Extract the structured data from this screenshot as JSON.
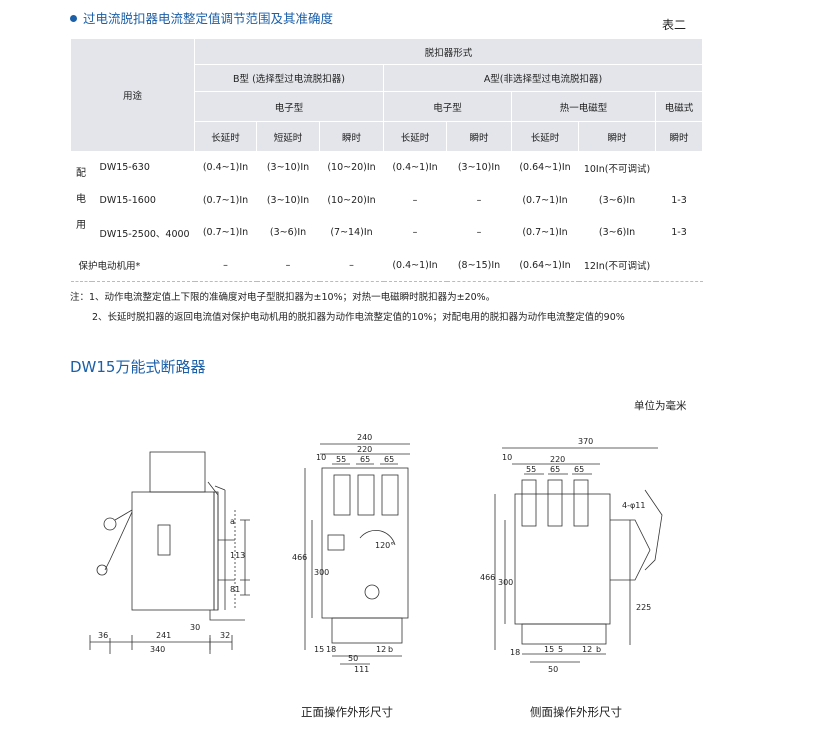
{
  "heading": "过电流脱扣器电流整定值调节范围及其准确度",
  "table_label": "表二",
  "table": {
    "usage_header": "用途",
    "release_form": "脱扣器形式",
    "b_type": "B型 (选择型过电流脱扣器)",
    "a_type": "A型(非选择型过电流脱扣器)",
    "b_electronic": "电子型",
    "a_electronic": "电子型",
    "thermal_em": "热一电磁型",
    "electromagnetic": "电磁式",
    "cols": [
      "长延时",
      "短延时",
      "瞬时",
      "长延时",
      "瞬时",
      "长延时",
      "瞬时",
      "瞬时"
    ],
    "group_label": [
      "配",
      "电",
      "用"
    ],
    "rows": [
      {
        "name": "DW15-630",
        "cells": [
          "(0.4~1)In",
          "(3~10)In",
          "(10~20)In",
          "(0.4~1)In",
          "(3~10)In",
          "(0.64~1)In",
          "10In(不可调试)",
          ""
        ]
      },
      {
        "name": "DW15-1600",
        "cells": [
          "(0.7~1)In",
          "(3~10)In",
          "(10~20)In",
          "–",
          "–",
          "(0.7~1)In",
          "(3~6)In",
          "1-3"
        ]
      },
      {
        "name": "DW15-2500、4000",
        "cells": [
          "(0.7~1)In",
          "(3~6)In",
          "(7~14)In",
          "–",
          "–",
          "(0.7~1)In",
          "(3~6)In",
          "1-3"
        ]
      },
      {
        "name": "保护电动机用*",
        "cells": [
          "–",
          "–",
          "–",
          "(0.4~1)In",
          "(8~15)In",
          "(0.64~1)In",
          "12In(不可调试)",
          ""
        ]
      }
    ]
  },
  "notes": [
    "注：1、动作电流整定值上下限的准确度对电子型脱扣器为±10%；对热一电磁瞬时脱扣器为±20%。",
    "2、长延时脱扣器的返回电流值对保护电动机用的脱扣器为动作电流整定值的10%；对配电用的脱扣器为动作电流整定值的90%"
  ],
  "section_title": "DW15万能式断路器",
  "unit": "单位为毫米",
  "dims": {
    "left": {
      "a": "a",
      "d113": "113",
      "d81": "81",
      "d30": "30",
      "d36": "36",
      "d241": "241",
      "d32": "32",
      "d340": "340"
    },
    "front": {
      "d240": "240",
      "d220": "220",
      "d10": "10",
      "d55": "55",
      "d65a": "65",
      "d65b": "65",
      "d466": "466",
      "d300": "300",
      "angle": "120°",
      "d15": "15",
      "d18": "18",
      "d12": "12",
      "b": "b",
      "d50": "50",
      "d111": "111"
    },
    "side": {
      "d370": "370",
      "d220": "220",
      "d10": "10",
      "d55": "55",
      "d65a": "65",
      "d65b": "65",
      "hole": "4-φ11",
      "d466": "466",
      "d300": "300",
      "d225": "225",
      "d18": "18",
      "d15": "15",
      "d5": "5",
      "d50": "50",
      "d12": "12",
      "b": "b"
    }
  },
  "captions": {
    "front": "正面操作外形尺寸",
    "side": "侧面操作外形尺寸"
  }
}
